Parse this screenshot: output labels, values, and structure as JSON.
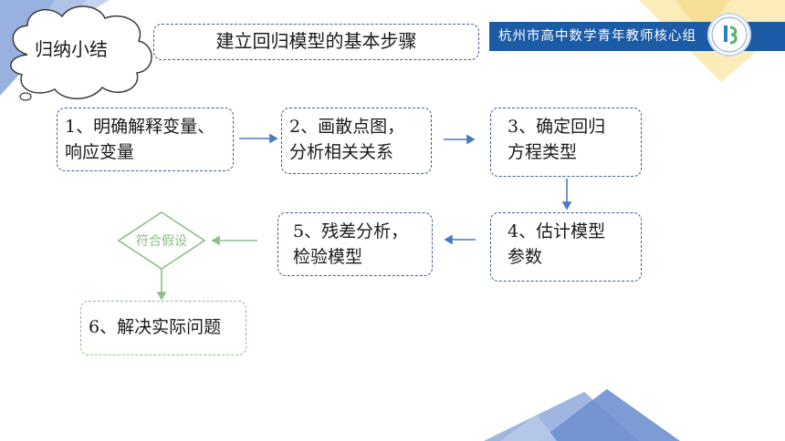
{
  "header": {
    "section_title": "归纳小结",
    "main_title": "建立回归模型的基本步骤",
    "org_name": "杭州市高中数学青年教师核心组"
  },
  "steps": {
    "s1": {
      "line1": "1、明确解释变量、",
      "line2": "响应变量"
    },
    "s2": {
      "line1": "2、画散点图，",
      "line2": "分析相关关系"
    },
    "s3": {
      "line1": "3、确定回归",
      "line2": "方程类型"
    },
    "s4": {
      "line1": "4、估计模型",
      "line2": "参数"
    },
    "s5": {
      "line1": "5、残差分析，",
      "line2": "检验模型"
    },
    "s6": {
      "line1": "6、解决实际问题"
    }
  },
  "decision": {
    "label": "符合假设"
  },
  "colors": {
    "brand_blue": "#1c5ba6",
    "arrow_blue": "#4a78c2",
    "box_border": "#3b5d92",
    "green": "#8dbd8a",
    "decor_yellow": "#fbe7a8",
    "decor_blue": "#8ea9dc"
  }
}
